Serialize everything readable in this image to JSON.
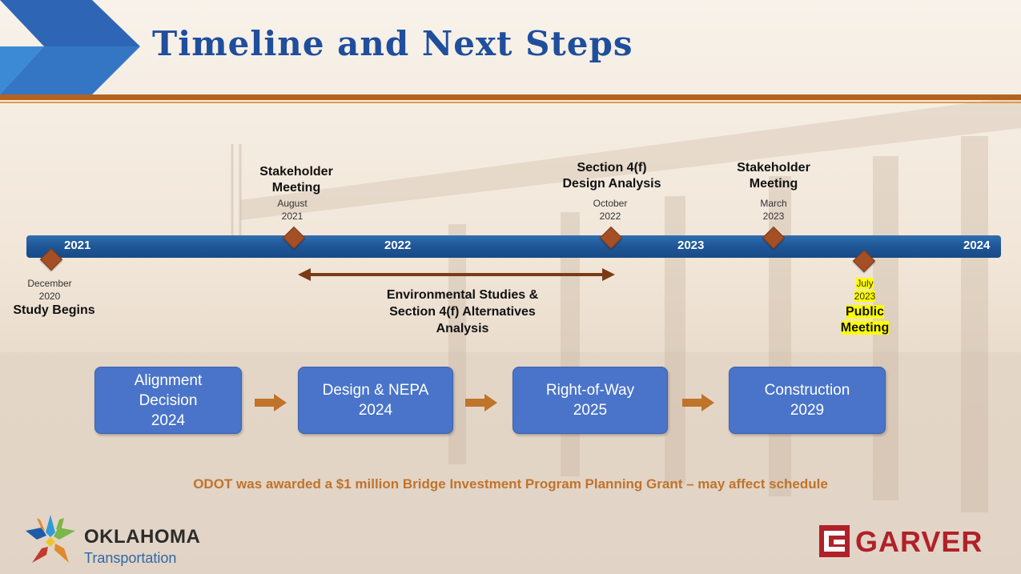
{
  "slide": {
    "title": "Timeline and Next Steps",
    "colors": {
      "title": "#1f4e9c",
      "rule": "#b4621f",
      "timeline_bar": "#1f5597",
      "milestone": "#a44f26",
      "step_box": "#4a74c9",
      "arrow": "#c0732b",
      "note": "#c0732b",
      "highlight": "#ffff00"
    }
  },
  "timeline": {
    "years": [
      "2021",
      "2022",
      "2023",
      "2024"
    ],
    "milestones": [
      {
        "title": "Study Begins",
        "month": "December",
        "year": "2020"
      },
      {
        "title_lines": [
          "Stakeholder",
          "Meeting"
        ],
        "month": "August",
        "year": "2021"
      },
      {
        "title_lines": [
          "Section 4(f)",
          "Design Analysis"
        ],
        "month": "October",
        "year": "2022"
      },
      {
        "title_lines": [
          "Stakeholder",
          "Meeting"
        ],
        "month": "March",
        "year": "2023"
      },
      {
        "title_lines": [
          "Public",
          "Meeting"
        ],
        "month": "July",
        "year": "2023",
        "highlighted": true
      }
    ],
    "span_label_lines": [
      "Environmental Studies &",
      "Section 4(f) Alternatives",
      "Analysis"
    ]
  },
  "steps": [
    {
      "lines": [
        "Alignment",
        "Decision",
        "2024"
      ]
    },
    {
      "lines": [
        "Design & NEPA",
        "2024"
      ]
    },
    {
      "lines": [
        "Right-of-Way",
        "2025"
      ]
    },
    {
      "lines": [
        "Construction",
        "2029"
      ]
    }
  ],
  "note": "ODOT was awarded a $1 million Bridge Investment Program Planning Grant – may affect schedule",
  "logos": {
    "odot": {
      "line1": "OKLAHOMA",
      "line2": "Transportation",
      "icon": "star-burst-icon"
    },
    "garver": {
      "text": "GARVER",
      "icon": "garver-g-icon"
    }
  }
}
